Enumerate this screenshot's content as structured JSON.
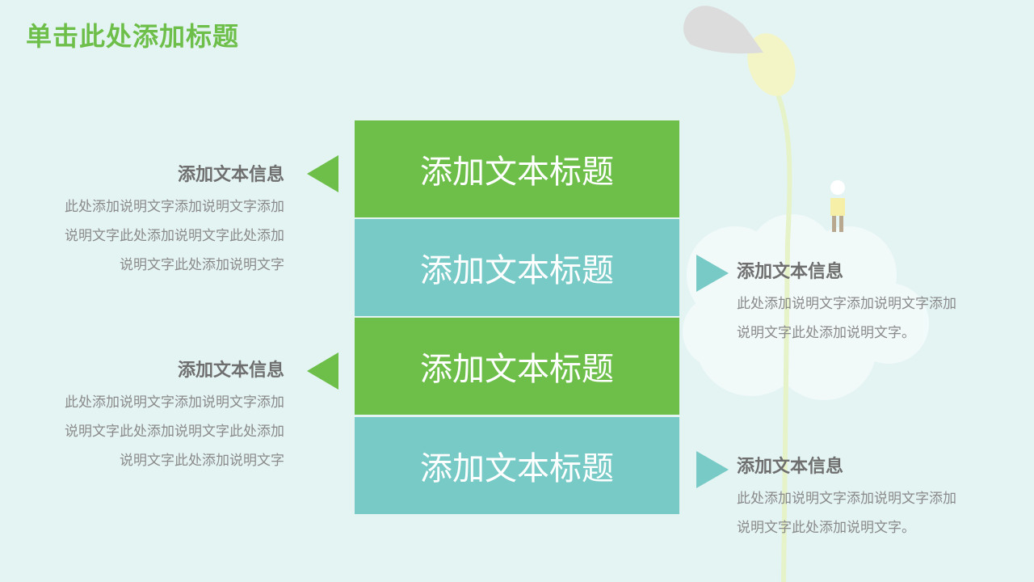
{
  "slide": {
    "title": "单击此处添加标题"
  },
  "boxes": [
    {
      "label": "添加文本标题"
    },
    {
      "label": "添加文本标题"
    },
    {
      "label": "添加文本标题"
    },
    {
      "label": "添加文本标题"
    }
  ],
  "left_info": [
    {
      "title": "添加文本信息",
      "lines": [
        "此处添加说明文字添加说明文字添加",
        "说明文字此处添加说明文字此处添加",
        "说明文字此处添加说明文字"
      ]
    },
    {
      "title": "添加文本信息",
      "lines": [
        "此处添加说明文字添加说明文字添加",
        "说明文字此处添加说明文字此处添加",
        "说明文字此处添加说明文字"
      ]
    }
  ],
  "right_info": [
    {
      "title": "添加文本信息",
      "lines": [
        "此处添加说明文字添加说明文字添加",
        "说明文字此处添加说明文字。"
      ]
    },
    {
      "title": "添加文本信息",
      "lines": [
        "此处添加说明文字添加说明文字添加",
        "说明文字此处添加说明文字。"
      ]
    }
  ],
  "colors": {
    "green": "#6dbf4a",
    "teal": "#78cac6",
    "background": "#e4f4f3"
  }
}
